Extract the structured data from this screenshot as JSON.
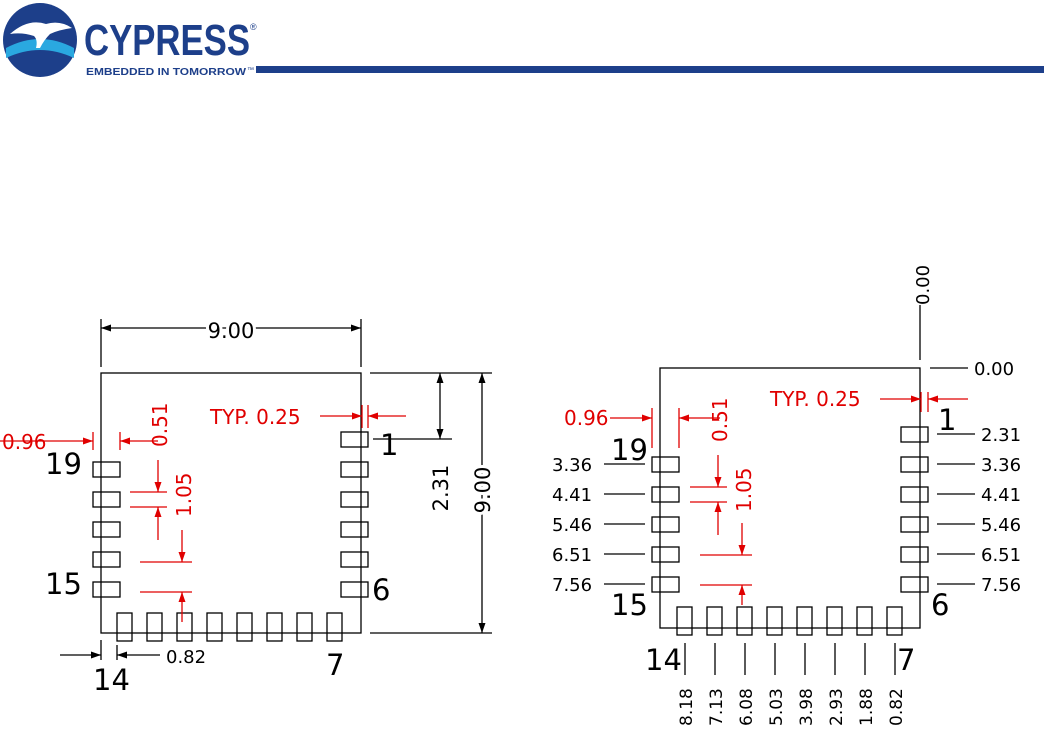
{
  "header": {
    "brand": "CYPRESS",
    "tagline": "EMBEDDED IN TOMORROW",
    "trademark": "™",
    "registered": "®",
    "brand_color": "#1d3f8a",
    "accent_color": "#2aa8e0"
  },
  "left_view": {
    "width_dim": "9.00",
    "height_dim": "9.00",
    "pin1_offset": "2.31",
    "pad_length": "0.96",
    "pad_width": "0.51",
    "pitch": "1.05",
    "bottom_pad_offset": "0.82",
    "typ_note": "TYP. 0.25",
    "pin_labels": {
      "p1": "1",
      "p6": "6",
      "p7": "7",
      "p14": "14",
      "p15": "15",
      "p19": "19"
    }
  },
  "right_view": {
    "origin_x": "0.00",
    "origin_y": "0.00",
    "pad_length": "0.96",
    "pad_width": "0.51",
    "pitch": "1.05",
    "typ_note": "TYP. 0.25",
    "right_side_coords": [
      "2.31",
      "3.36",
      "4.41",
      "5.46",
      "6.51",
      "7.56"
    ],
    "left_side_coords": [
      "3.36",
      "4.41",
      "5.46",
      "6.51",
      "7.56"
    ],
    "bottom_coords": [
      "8.18",
      "7.13",
      "6.08",
      "5.03",
      "3.98",
      "2.93",
      "1.88",
      "0.82"
    ],
    "pin_labels": {
      "p1": "1",
      "p6": "6",
      "p7": "7",
      "p14": "14",
      "p15": "15",
      "p19": "19"
    }
  },
  "colors": {
    "line": "#000000",
    "annotation": "#e00000"
  }
}
